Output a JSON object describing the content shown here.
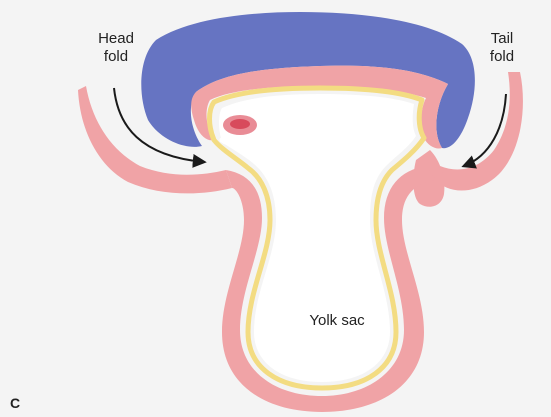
{
  "figure": {
    "panel_letter": "C",
    "labels": {
      "head_fold": "Head\nfold",
      "tail_fold": "Tail\nfold",
      "yolk_sac": "Yolk sac"
    }
  },
  "colors": {
    "amnion_blue": "#6674c2",
    "ectoderm_pink": "#f0a3a6",
    "endoderm_yellow": "#f3dc82",
    "heart_red": "#d84a5c",
    "arrow": "#1a1a1a",
    "background": "#f4f4f4"
  }
}
